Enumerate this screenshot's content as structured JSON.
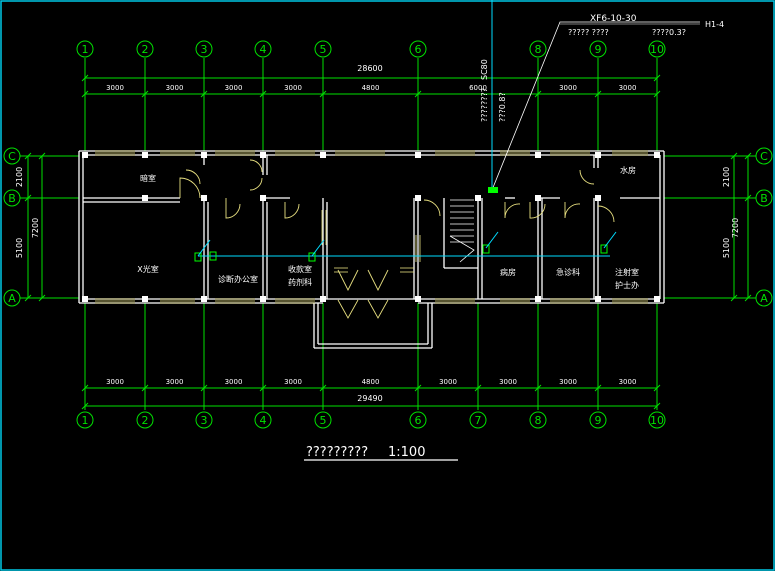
{
  "colors": {
    "background": "#000000",
    "frame": "#00c8e6",
    "grid": "#00e000",
    "wall": "#ffffff",
    "window": "#e8e080",
    "door": "#e8e080",
    "text": "#ffffff",
    "dim": "#ffffff",
    "wire": "#00dcff",
    "fixture": "#00ff00"
  },
  "axes_top": [
    "1",
    "2",
    "3",
    "4",
    "5",
    "6",
    "8",
    "9",
    "10"
  ],
  "axes_bottom": [
    "1",
    "2",
    "3",
    "4",
    "5",
    "6",
    "7",
    "8",
    "9",
    "10"
  ],
  "axes_side": [
    "C",
    "B",
    "A"
  ],
  "dims": {
    "top_total": "28600",
    "top_segments": [
      "3000",
      "3000",
      "3000",
      "3000",
      "4800",
      "6000",
      "3000",
      "3000"
    ],
    "bottom_total": "29490",
    "bottom_segments": [
      "3000",
      "3000",
      "3000",
      "3000",
      "4800",
      "3000",
      "3000",
      "3000",
      "3000"
    ],
    "side_segments": [
      "2100",
      "5100"
    ],
    "side_total": "7200"
  },
  "rooms": {
    "darkroom": "暗室",
    "xray": "X光室",
    "clinic_office": "诊断办公室",
    "dispensary_1": "收款室",
    "dispensary_2": "药剂科",
    "water_room": "水房",
    "ward": "病房",
    "emergency": "急诊科",
    "injection_1": "注射室",
    "injection_2": "护士办"
  },
  "annotations": {
    "cable_code": "XF6-10-30",
    "feeder_label": "H1-4",
    "cable_note_1": "????? ????",
    "cable_note_2": "????0.3?",
    "vertical_code": "SC80",
    "vertical_note_1": "????????",
    "vertical_note_2": "???0.8?"
  },
  "title": {
    "text": "?????????",
    "scale": "1:100"
  }
}
